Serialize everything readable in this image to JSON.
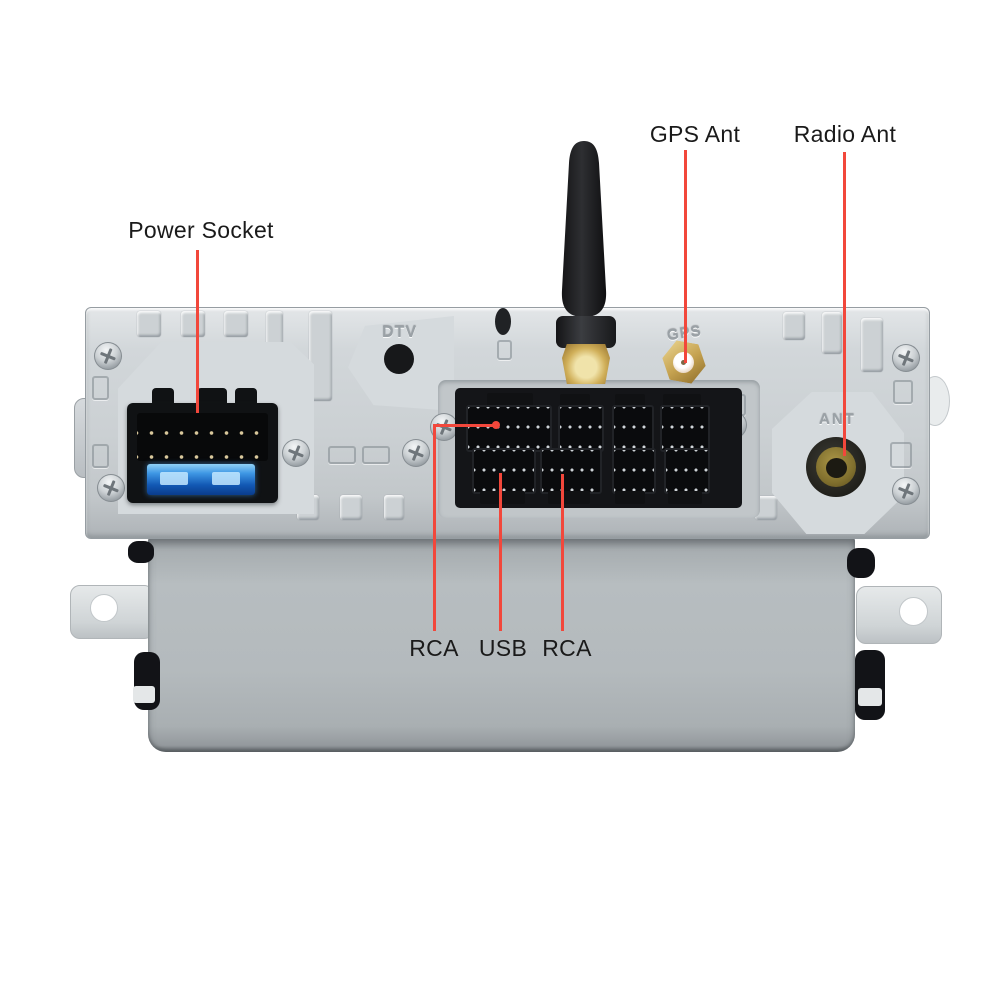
{
  "callouts": {
    "power_socket": {
      "label": "Power Socket"
    },
    "gps_ant": {
      "label": "GPS Ant"
    },
    "radio_ant": {
      "label": "Radio Ant"
    },
    "rca_left": {
      "label": "RCA"
    },
    "usb": {
      "label": "USB"
    },
    "rca_right": {
      "label": "RCA"
    }
  },
  "panel_markings": {
    "dtv": "DTV",
    "gps": "GPS",
    "ant": "ANT"
  },
  "colors": {
    "background": "#ffffff",
    "callout_line": "#f2473b",
    "label_text": "#1a1a1a",
    "panel_silver": "#ccd1d4",
    "chassis_gray": "#b4babd",
    "connector_black": "#131417",
    "fuse_blue": "#1f6ec4",
    "brass_gold": "#c3a04e"
  }
}
